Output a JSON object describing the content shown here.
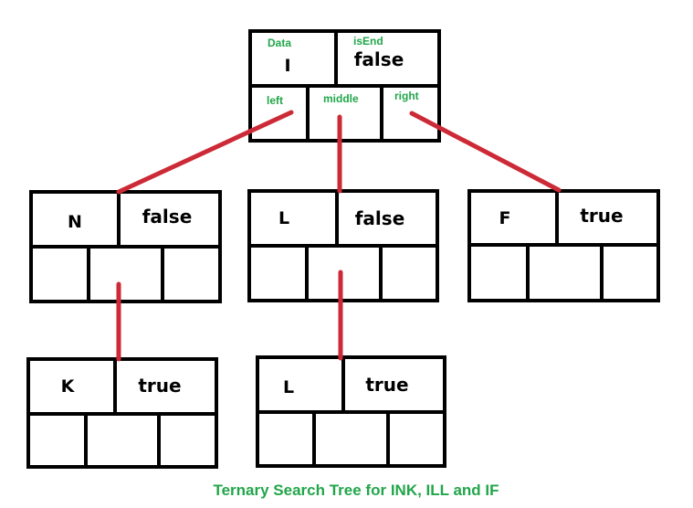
{
  "colors": {
    "edge": "#cc2a36",
    "annotation": "#22a64a",
    "border": "#000000"
  },
  "annotations": {
    "data": "Data",
    "isEnd": "isEnd",
    "left": "left",
    "middle": "middle",
    "right": "right"
  },
  "nodes": [
    {
      "id": "root",
      "char": "I",
      "isEnd": "false"
    },
    {
      "id": "n",
      "char": "N",
      "isEnd": "false"
    },
    {
      "id": "l1",
      "char": "L",
      "isEnd": "false"
    },
    {
      "id": "f",
      "char": "F",
      "isEnd": "true"
    },
    {
      "id": "k",
      "char": "K",
      "isEnd": "true"
    },
    {
      "id": "l2",
      "char": "L",
      "isEnd": "true"
    }
  ],
  "edges": [
    {
      "from": "root",
      "to": "n",
      "pointer": "left"
    },
    {
      "from": "root",
      "to": "l1",
      "pointer": "middle"
    },
    {
      "from": "root",
      "to": "f",
      "pointer": "right"
    },
    {
      "from": "n",
      "to": "k",
      "pointer": "middle"
    },
    {
      "from": "l1",
      "to": "l2",
      "pointer": "middle"
    }
  ],
  "caption": "Ternary Search Tree for INK, ILL and IF"
}
